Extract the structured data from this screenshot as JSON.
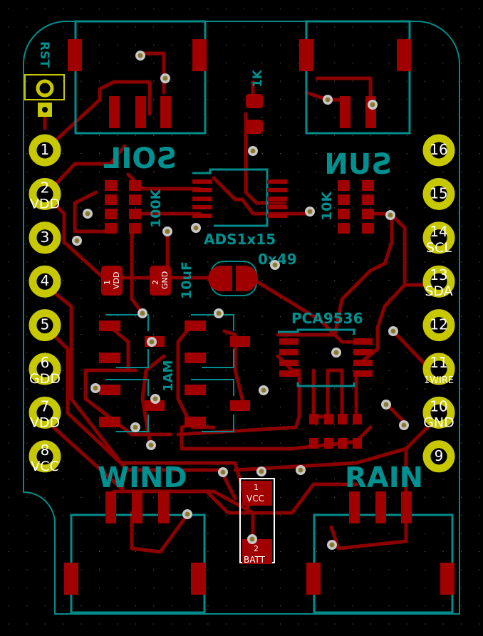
{
  "colors": {
    "background": "#000000",
    "copper": "#8b0000",
    "pad": "#a00000",
    "silkscreen": "#009090",
    "header_pad": "#c8c800",
    "via": "#c8c8c8"
  },
  "reset": {
    "label": "RST"
  },
  "left_header": [
    {
      "num": "1",
      "name": ""
    },
    {
      "num": "2",
      "name": "VDD"
    },
    {
      "num": "3",
      "name": ""
    },
    {
      "num": "4",
      "name": ""
    },
    {
      "num": "5",
      "name": ""
    },
    {
      "num": "6",
      "name": "GDD"
    },
    {
      "num": "7",
      "name": "VDD"
    },
    {
      "num": "8",
      "name": "VCC"
    }
  ],
  "right_header": [
    {
      "num": "16",
      "name": ""
    },
    {
      "num": "15",
      "name": ""
    },
    {
      "num": "14",
      "name": "SCL"
    },
    {
      "num": "13",
      "name": "SDA"
    },
    {
      "num": "12",
      "name": ""
    },
    {
      "num": "11",
      "name": "1WIRE"
    },
    {
      "num": "10",
      "name": "GND"
    },
    {
      "num": "9",
      "name": ""
    }
  ],
  "connectors": {
    "soil": "SOIL",
    "sun": "SUN",
    "wind": "WIND",
    "rain": "RAIN"
  },
  "components": {
    "r_1k": "1K",
    "r_100k": "100K",
    "r_10k": "10K",
    "adc": "ADS1x15",
    "adc_addr": "0x49",
    "cap": "10uF",
    "cap_pad1_num": "1",
    "cap_pad1": "VDD",
    "cap_pad2_num": "2",
    "cap_pad2": "GND",
    "expander": "PCA9536",
    "diode": "1AM",
    "batt_pad1_num": "1",
    "batt_pad1": "VCC",
    "batt_pad2_num": "2",
    "batt_pad2": "BATT"
  }
}
